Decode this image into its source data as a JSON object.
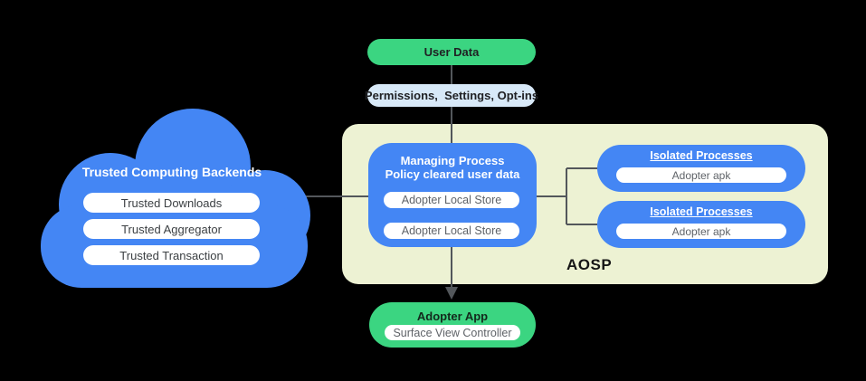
{
  "colors": {
    "background": "#000000",
    "blue": "#4486f4",
    "green": "#3bd581",
    "light_blue": "#d8e9f8",
    "cream": "#edf2d3",
    "connector_gray": "#53575b",
    "dark_text": "#202124",
    "gray_text": "#5f6368"
  },
  "top_flow": {
    "user_data": "User Data",
    "permissions": "Permissions,  Settings, Opt-ins"
  },
  "cloud": {
    "title": "Trusted Computing Backends",
    "items": [
      "Trusted Downloads",
      "Trusted Aggregator",
      "Trusted Transaction"
    ]
  },
  "aosp": {
    "label": "AOSP",
    "managing_process": {
      "title_line1": "Managing Process",
      "title_line2": "Policy cleared user data",
      "stores": [
        "Adopter Local Store",
        "Adopter Local Store"
      ]
    },
    "isolated_processes": [
      {
        "title": "Isolated Processes",
        "item": "Adopter apk"
      },
      {
        "title": "Isolated Processes",
        "item": "Adopter apk"
      }
    ]
  },
  "adopter_app": {
    "title": "Adopter App",
    "item": "Surface View Controller"
  }
}
